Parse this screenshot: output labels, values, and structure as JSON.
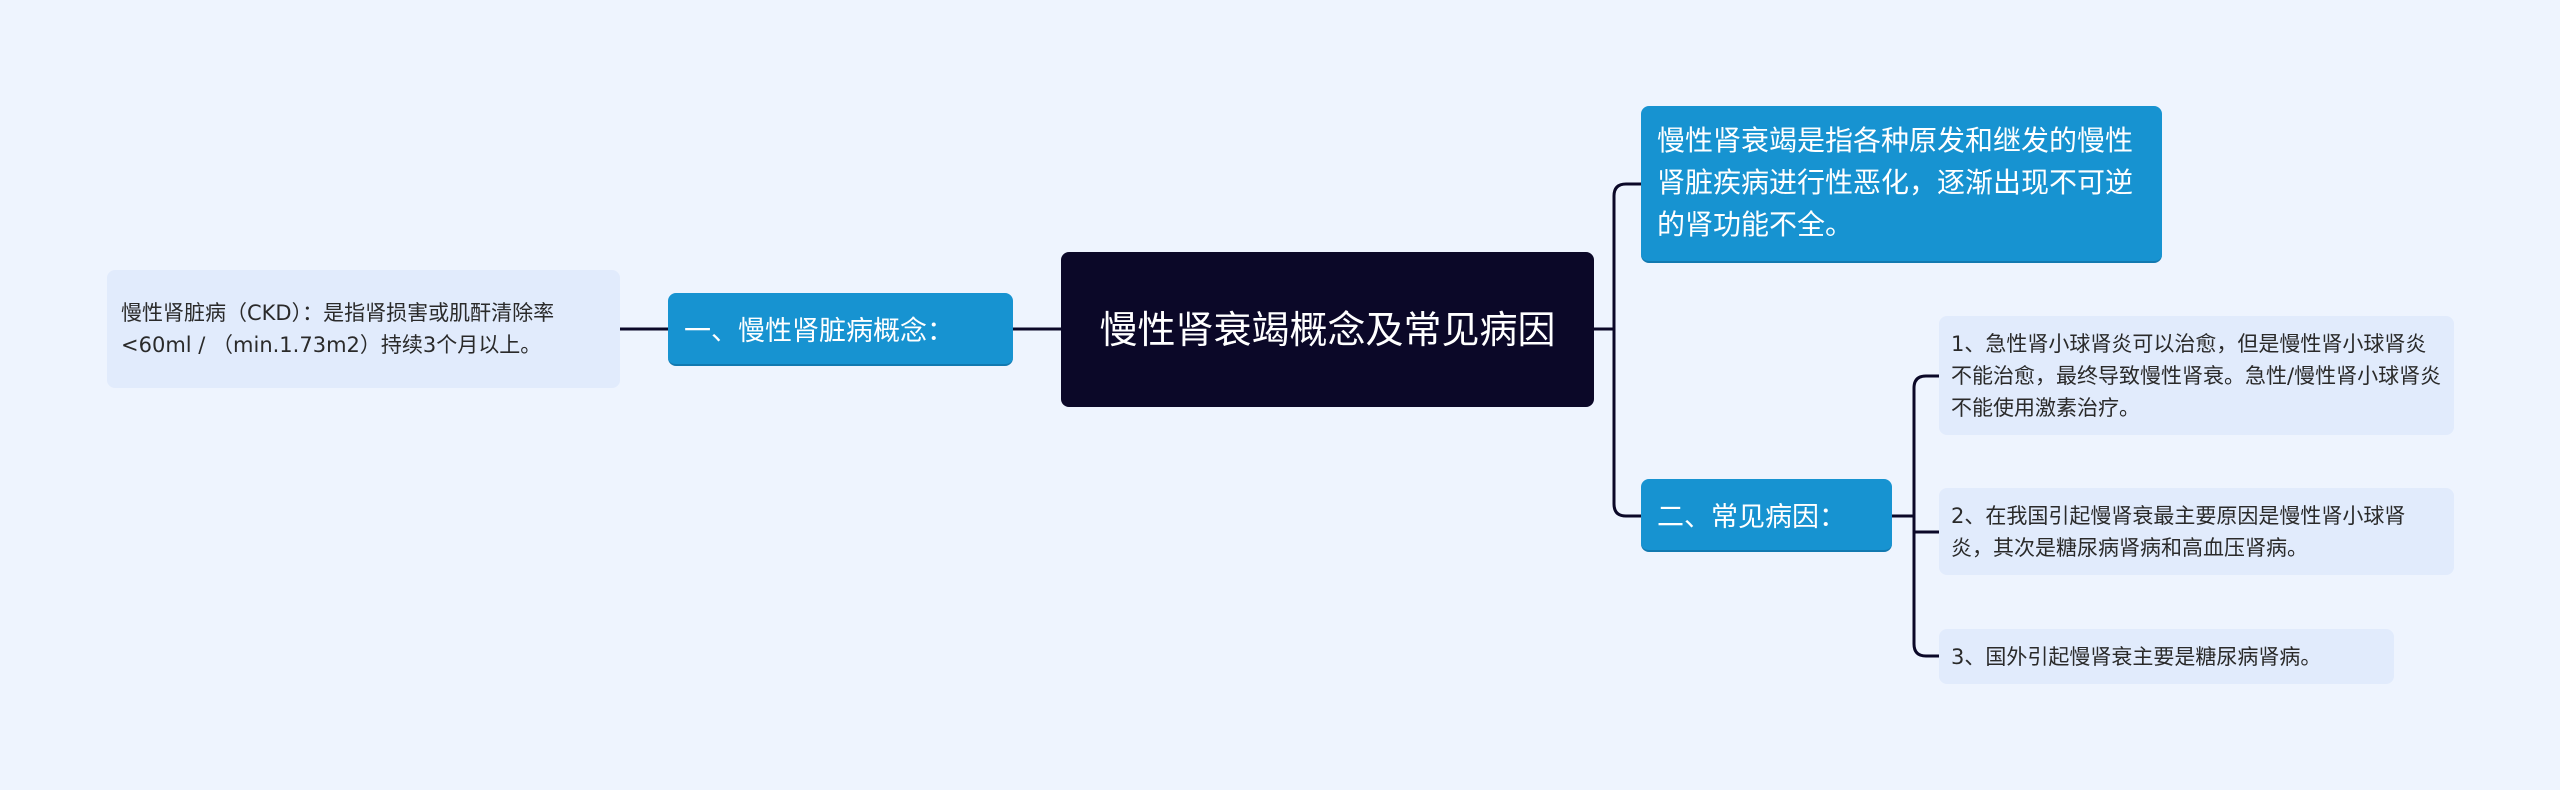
{
  "root": {
    "title": "慢性肾衰竭概念及常见病因"
  },
  "definition": {
    "text": "慢性肾衰竭是指各种原发和继发的慢性肾脏疾病进行性恶化，逐渐出现不可逆的肾功能不全。"
  },
  "section1": {
    "label": "一、慢性肾脏病概念：",
    "leaf": "慢性肾脏病（CKD）：是指肾损害或肌酐清除率<60ml / （min.1.73m2）持续3个月以上。"
  },
  "section2": {
    "label": "二、常见病因：",
    "leaves": [
      "1、急性肾小球肾炎可以治愈，但是慢性肾小球肾炎不能治愈，最终导致慢性肾衰。急性/慢性肾小球肾炎不能使用激素治疗。",
      "2、在我国引起慢肾衰最主要原因是慢性肾小球肾炎，其次是糖尿病肾病和高血压肾病。",
      "3、国外引起慢肾衰主要是糖尿病肾病。"
    ]
  },
  "colors": {
    "background": "#eef4fe",
    "root": "#0b0828",
    "branch": "#1793d1",
    "leaf": "#e1ebfc"
  }
}
